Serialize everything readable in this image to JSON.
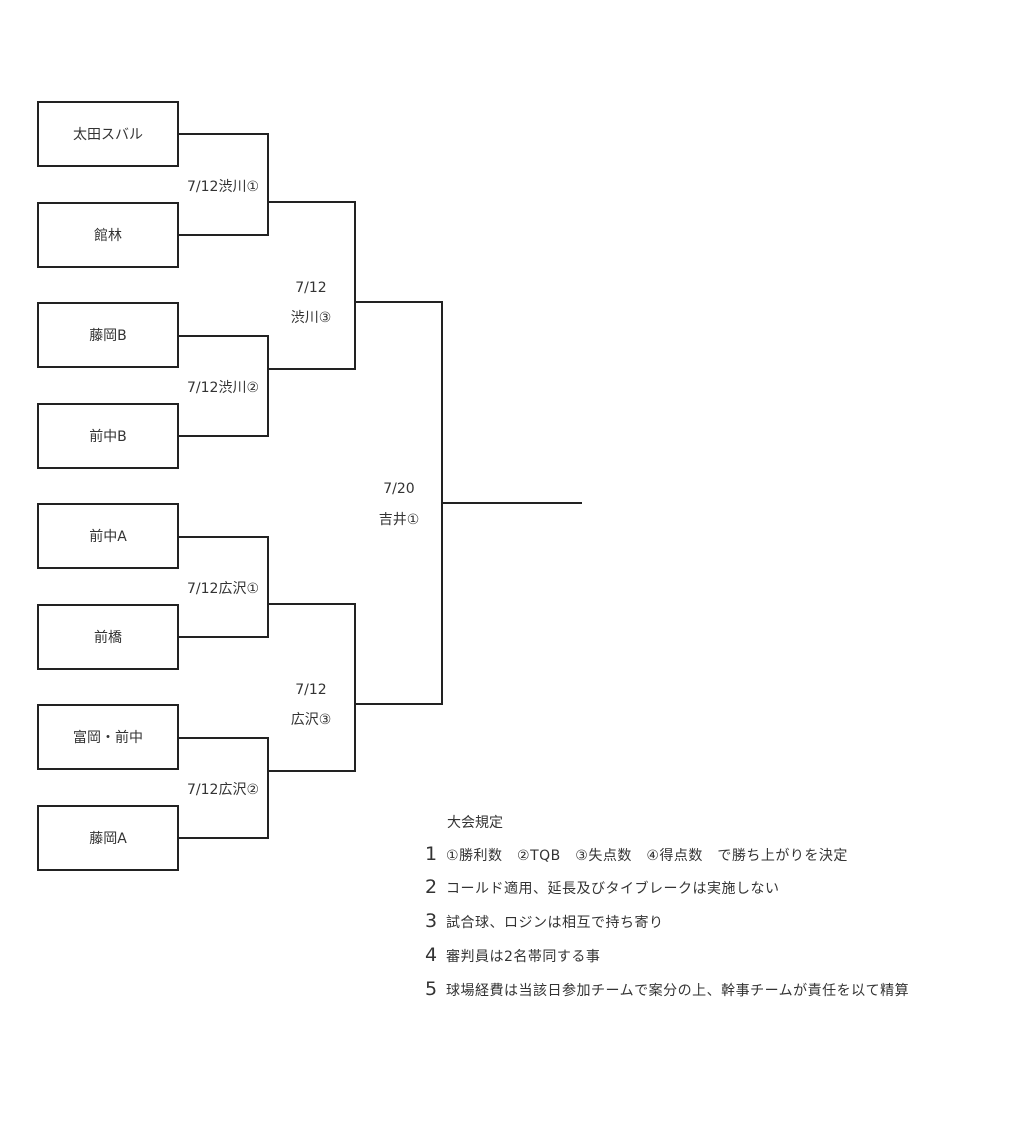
{
  "bracket": {
    "teams": [
      "太田スバル",
      "館林",
      "藤岡B",
      "前中B",
      "前中A",
      "前橋",
      "富岡・前中",
      "藤岡A"
    ],
    "round1": [
      {
        "date_venue": "7/12渋川①"
      },
      {
        "date_venue": "7/12渋川②"
      },
      {
        "date_venue": "7/12広沢①"
      },
      {
        "date_venue": "7/12広沢②"
      }
    ],
    "round2": [
      {
        "date": "7/12",
        "venue": "渋川③"
      },
      {
        "date": "7/12",
        "venue": "広沢③"
      }
    ],
    "final": {
      "date": "7/20",
      "venue": "吉井①"
    }
  },
  "rules": {
    "title": "大会規定",
    "items": [
      {
        "num": "1",
        "text": "①勝利数　②TQB　③失点数　④得点数　で勝ち上がりを決定"
      },
      {
        "num": "2",
        "text": "コールド適用、延長及びタイブレークは実施しない"
      },
      {
        "num": "3",
        "text": "試合球、ロジンは相互で持ち寄り"
      },
      {
        "num": "4",
        "text": "審判員は2名帯同する事"
      },
      {
        "num": "5",
        "text": "球場経費は当該日参加チームで案分の上、幹事チームが責任を以て精算"
      }
    ]
  }
}
